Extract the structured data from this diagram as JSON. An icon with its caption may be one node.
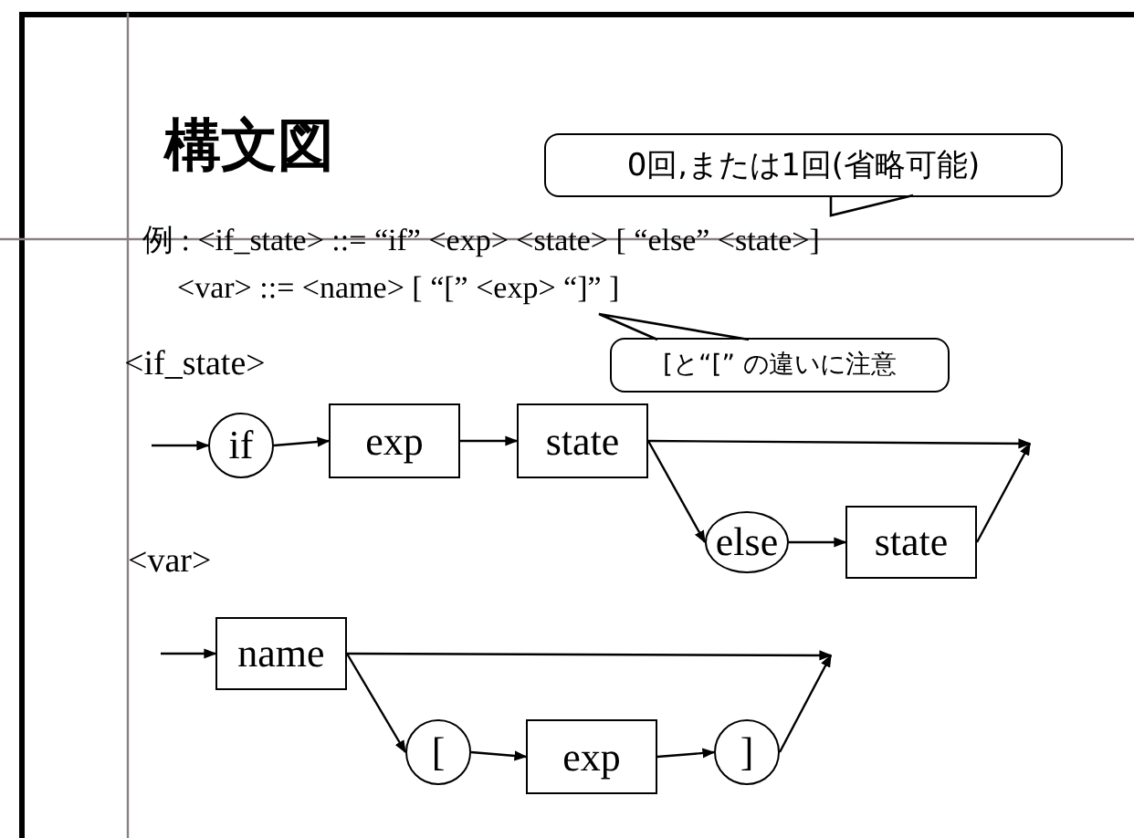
{
  "diagram": {
    "title": "構文図",
    "nodes": [
      {
        "text": [
          "0回,または1回(省略可能)"
        ]
      },
      {
        "text": [
          "[と“[” の違いに注意"
        ]
      },
      {
        "text": [
          "if"
        ]
      },
      {
        "text": [
          "exp"
        ]
      },
      {
        "text": [
          "state"
        ]
      },
      {
        "text": [
          "else"
        ]
      },
      {
        "text": [
          "state"
        ]
      },
      {
        "text": [
          "name"
        ]
      },
      {
        "text": [
          "["
        ]
      },
      {
        "text": [
          "exp"
        ]
      },
      {
        "text": [
          "]"
        ]
      }
    ],
    "edges": [
      {
        "from": null,
        "to": 2,
        "arrow": "to"
      },
      {
        "from": 2,
        "to": 3,
        "arrow": "to"
      },
      {
        "from": 3,
        "to": 4,
        "arrow": "to"
      },
      {
        "from": 4,
        "to": null,
        "arrow": "to"
      },
      {
        "from": 4,
        "to": 5,
        "arrow": "to"
      },
      {
        "from": 5,
        "to": 6,
        "arrow": "to"
      },
      {
        "from": 6,
        "to": null,
        "arrow": "to"
      },
      {
        "from": null,
        "to": 7,
        "arrow": "to"
      },
      {
        "from": 7,
        "to": null,
        "arrow": "to"
      },
      {
        "from": 7,
        "to": 8,
        "arrow": "to"
      },
      {
        "from": 8,
        "to": 9,
        "arrow": "to"
      },
      {
        "from": 9,
        "to": 10,
        "arrow": "to"
      },
      {
        "from": 10,
        "to": null,
        "arrow": "to"
      }
    ],
    "labels": [
      "例 : <if_state> ::= “if” <exp> <state> [ “else” <state>]",
      "<var> ::= <name> [ “[” <exp> “]” ]",
      "<if_state>",
      "<var>"
    ]
  }
}
